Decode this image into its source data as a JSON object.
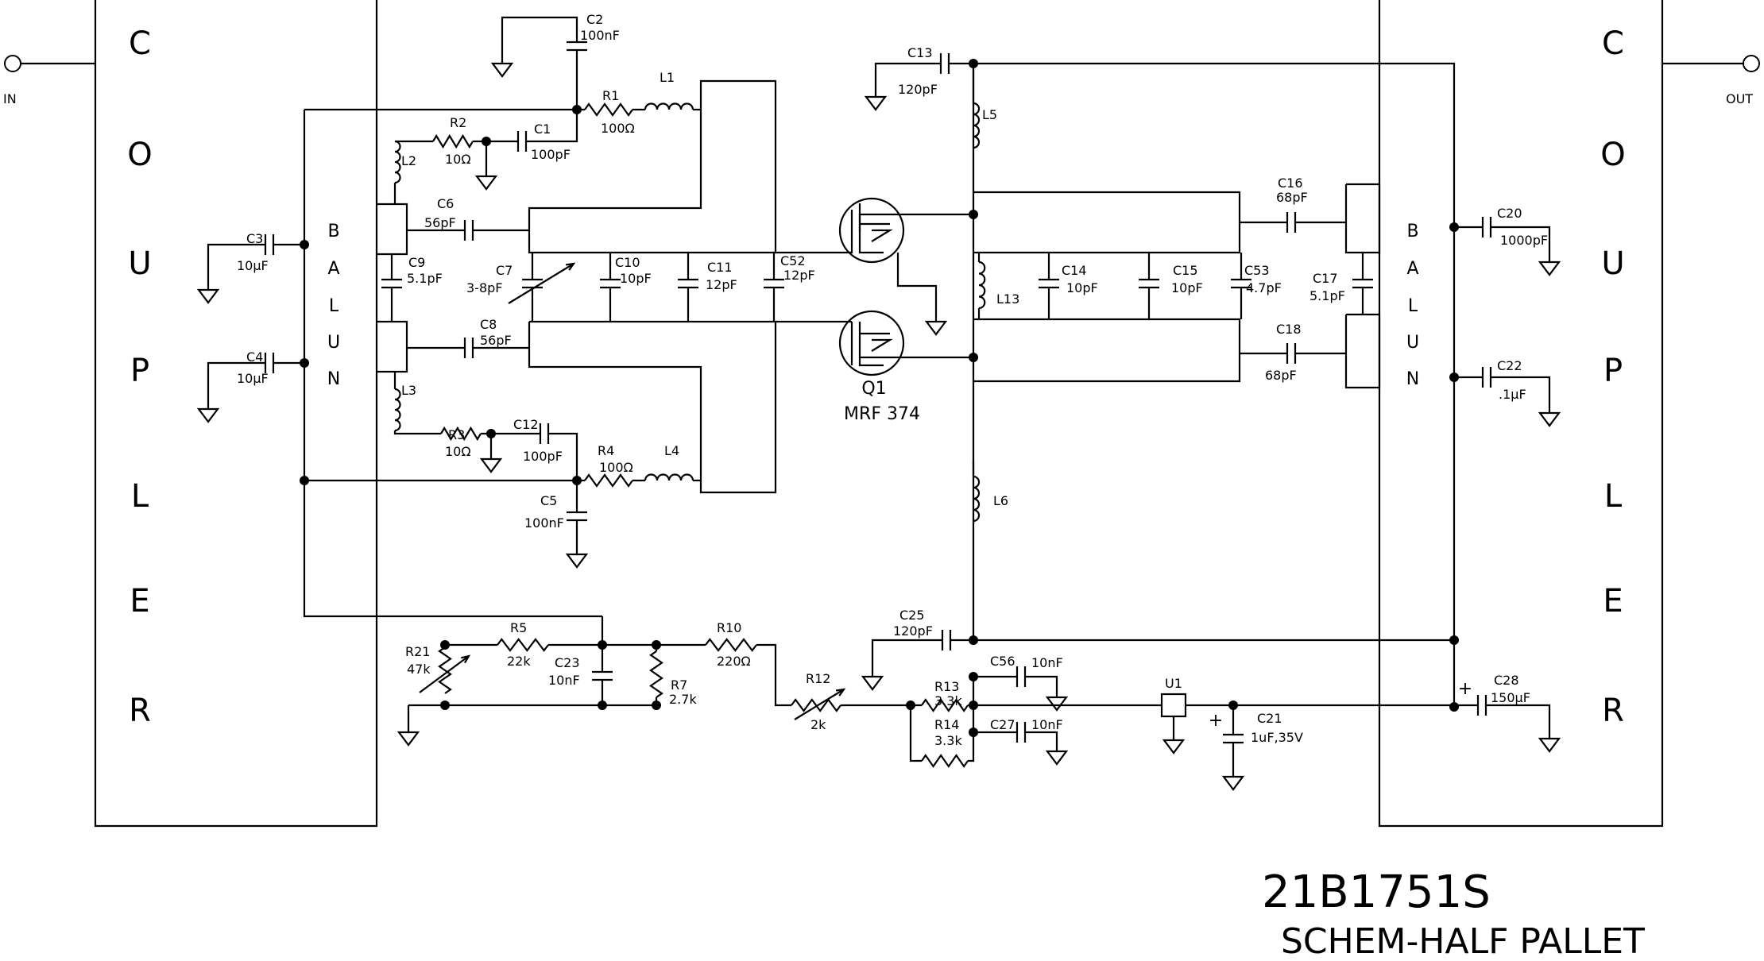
{
  "ports": {
    "in": "IN",
    "out": "OUT"
  },
  "coupler_letters": [
    "C",
    "O",
    "U",
    "P",
    "L",
    "E",
    "R"
  ],
  "balun_letters": [
    "B",
    "A",
    "L",
    "U",
    "N"
  ],
  "components": {
    "C2": [
      "C2",
      "100nF"
    ],
    "R1": [
      "R1",
      "100Ω"
    ],
    "L1": [
      "L1",
      ""
    ],
    "R2": [
      "R2",
      "10Ω"
    ],
    "C1": [
      "C1",
      "100pF"
    ],
    "L2": [
      "L2",
      ""
    ],
    "C3": [
      "C3",
      "10µF"
    ],
    "C6": [
      "C6",
      "56pF"
    ],
    "C9": [
      "C9",
      "5.1pF"
    ],
    "C7": [
      "C7",
      "3-8pF"
    ],
    "C10": [
      "C10",
      "10pF"
    ],
    "C11": [
      "C11",
      "12pF"
    ],
    "C52": [
      "C52",
      "12pF"
    ],
    "C4": [
      "C4",
      "10µF"
    ],
    "C8": [
      "C8",
      "56pF"
    ],
    "L3": [
      "L3",
      ""
    ],
    "R3": [
      "R3",
      "10Ω"
    ],
    "C12": [
      "C12",
      "100pF"
    ],
    "R4": [
      "R4",
      "100Ω"
    ],
    "L4": [
      "L4",
      ""
    ],
    "C5": [
      "C5",
      "100nF"
    ],
    "C13": [
      "C13",
      "120pF"
    ],
    "L5": [
      "L5",
      ""
    ],
    "Q1": [
      "Q1",
      "MRF 374"
    ],
    "L13": [
      "L13",
      ""
    ],
    "C14": [
      "C14",
      "10pF"
    ],
    "C15": [
      "C15",
      "10pF"
    ],
    "C53": [
      "C53",
      "4.7pF"
    ],
    "C16": [
      "C16",
      "68pF"
    ],
    "C17": [
      "C17",
      "5.1pF"
    ],
    "C18": [
      "C18",
      "68pF"
    ],
    "C20": [
      "C20",
      "1000pF"
    ],
    "C22": [
      "C22",
      ".1µF"
    ],
    "L6": [
      "L6",
      ""
    ],
    "C25": [
      "C25",
      "120pF"
    ],
    "R21": [
      "R21",
      "47k"
    ],
    "R5": [
      "R5",
      "22k"
    ],
    "C23": [
      "C23",
      "10nF"
    ],
    "R7": [
      "R7",
      "2.7k"
    ],
    "R10": [
      "R10",
      "220Ω"
    ],
    "R12": [
      "R12",
      "2k"
    ],
    "R13": [
      "R13",
      "3.3k"
    ],
    "C56": [
      "C56",
      "10nF"
    ],
    "R14": [
      "R14",
      "3.3k"
    ],
    "C27": [
      "C27",
      "10nF"
    ],
    "U1": [
      "U1",
      ""
    ],
    "C21": [
      "C21",
      "1uF,35V"
    ],
    "C28": [
      "C28",
      "150µF"
    ]
  },
  "title_block": {
    "part_number": "21B1751S",
    "description": "SCHEM-HALF PALLET"
  }
}
